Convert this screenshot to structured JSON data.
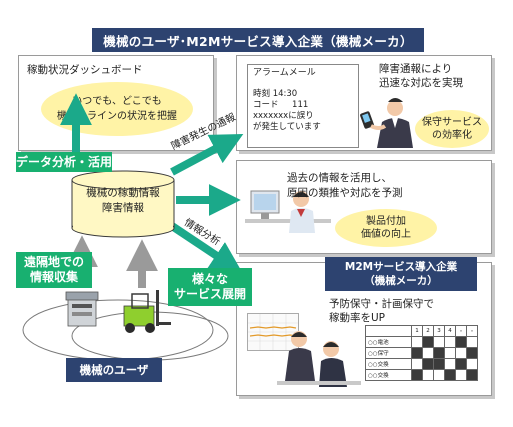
{
  "title": "機械のユーザ･M2Mサービス導入企業（機械メーカ）",
  "dashboard": {
    "title": "稼動状況ダッシュボード",
    "bubble_line1": "いつでも、どこでも",
    "bubble_line2": "機械やラインの状況を把握"
  },
  "alarm": {
    "mail_title": "アラームメール",
    "time_label": "時刻",
    "time_value": "14:30",
    "code_label": "コード",
    "code_value": "111",
    "message_line1": "xxxxxxxに誤り",
    "message_line2": "が発生しています",
    "text_line1": "障害通報により",
    "text_line2": "迅速な対応を実現",
    "bubble_line1": "保守サービス",
    "bubble_line2": "の効率化"
  },
  "analysis": {
    "text_line1": "過去の情報を活用し、",
    "text_line2": "原因の類推や対応を予測",
    "bubble_line1": "製品付加",
    "bubble_line2": "価値の向上"
  },
  "m2m": {
    "header_line1": "M2Mサービス導入企業",
    "header_line2": "（機械メーカ）",
    "text_line1": "予防保守・計画保守で",
    "text_line2": "稼動率をUP",
    "table_header": [
      "1",
      "2",
      "3",
      "4",
      "・",
      "・"
    ],
    "table_rows": [
      "○○電池",
      "○○保守",
      "○○交換",
      "○○交換"
    ]
  },
  "labels": {
    "data_analysis": "データ分析・活用",
    "remote_line1": "遠隔地での",
    "remote_line2": "情報収集",
    "services_line1": "様々な",
    "services_line2": "サービス展開",
    "failure_report": "障害発生の通報",
    "info_analysis": "情報分析",
    "users": "機械のユーザ"
  },
  "cylinder": {
    "line1": "機械の稼動情報",
    "line2": "障害情報"
  },
  "colors": {
    "navy": "#2d4370",
    "green": "#18b070",
    "bubble_yellow": "#fff3a6",
    "arrow_gray": "#9a9a9a"
  }
}
